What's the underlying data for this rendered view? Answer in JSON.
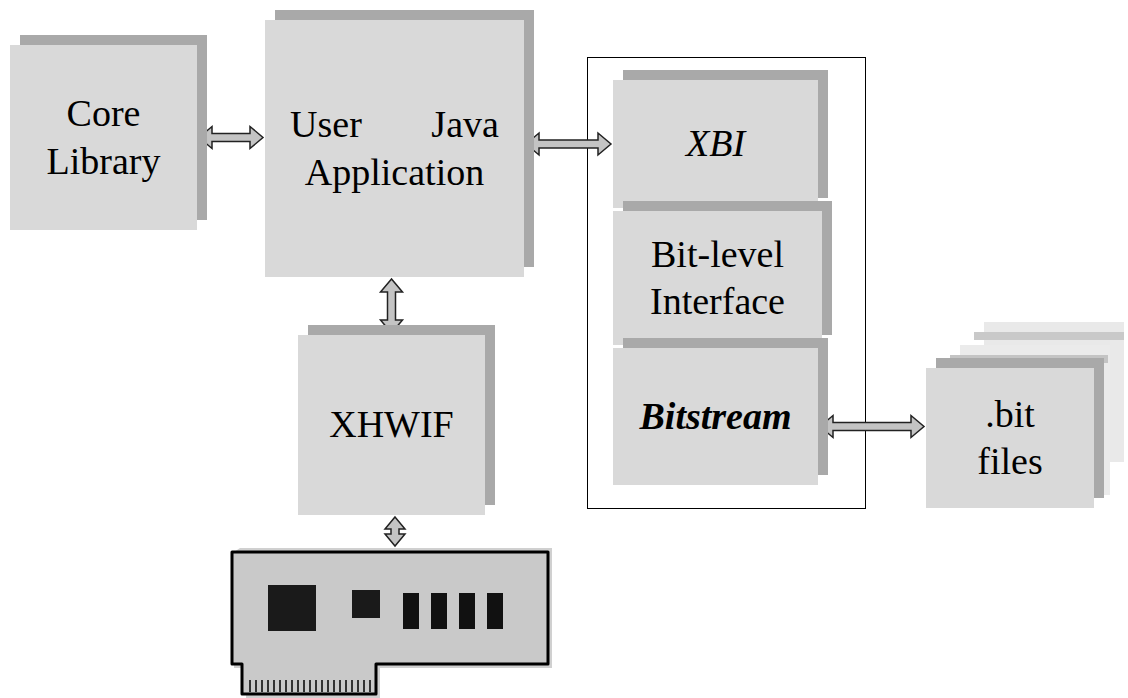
{
  "diagram": {
    "nodes": [
      {
        "text": [
          "Core Library"
        ]
      },
      {
        "text": [
          "User Java Application"
        ]
      },
      {
        "text": [
          "XHWIF"
        ]
      },
      {
        "text": [
          "XBI"
        ]
      },
      {
        "text": [
          "Bit-level Interface"
        ]
      },
      {
        "text": [
          "Bitstream"
        ]
      },
      {
        "text": [
          ".bit files"
        ]
      }
    ],
    "edges": [
      {
        "from": 0,
        "to": 1,
        "arrow": "both"
      },
      {
        "from": 1,
        "to": 3,
        "arrow": "both"
      },
      {
        "from": 1,
        "to": 2,
        "arrow": "both"
      },
      {
        "from": 5,
        "to": 6,
        "arrow": "both"
      }
    ]
  }
}
